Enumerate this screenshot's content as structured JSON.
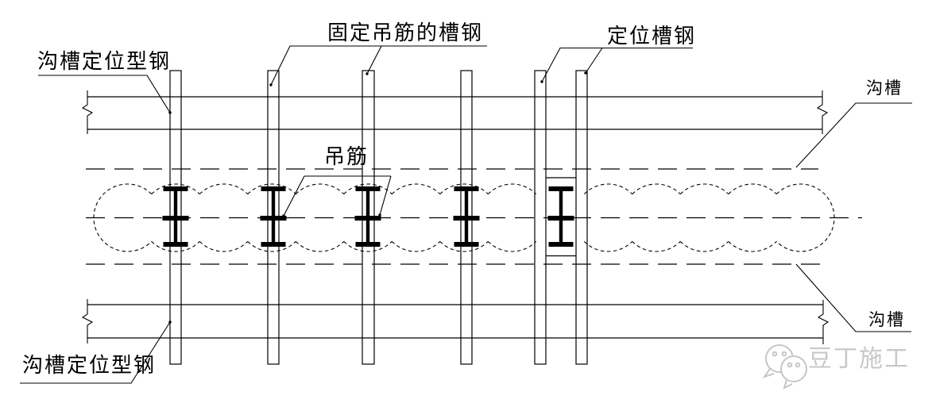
{
  "diagram": {
    "labels": {
      "trench_positioning_steel_top": "沟槽定位型钢",
      "channel_fixing_hanging_bars": "固定吊筋的槽钢",
      "positioning_channel_steel": "定位槽钢",
      "hanging_bar": "吊筋",
      "trench_right_top": "沟槽",
      "trench_right_bottom": "沟槽",
      "trench_positioning_steel_bottom": "沟槽定位型钢"
    },
    "watermark": {
      "text": "豆丁施工"
    },
    "colors": {
      "line": "#000000",
      "watermark": "#c8c8c8",
      "background": "#ffffff"
    }
  }
}
